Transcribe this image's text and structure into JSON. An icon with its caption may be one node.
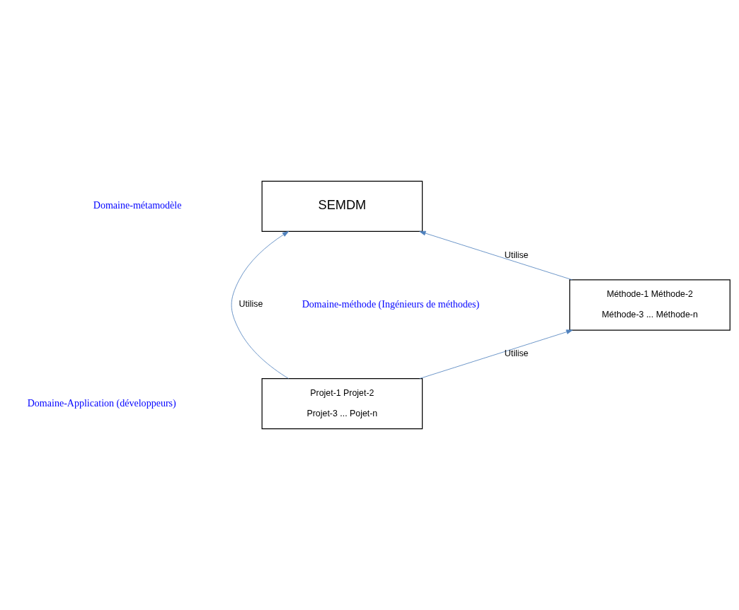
{
  "diagram": {
    "nodes": [
      {
        "text": [
          "SEMDM"
        ]
      },
      {
        "text": [
          "Méthode-1 Méthode-2",
          "Méthode-3 ... Méthode-n"
        ]
      },
      {
        "text": [
          "Projet-1 Projet-2",
          "Projet-3 ... Pojet-n"
        ]
      }
    ],
    "edges": [
      {
        "from": 1,
        "to": 0,
        "arrow": "to",
        "label": "Utilise"
      },
      {
        "from": 2,
        "to": 1,
        "arrow": "to",
        "label": "Utilise"
      },
      {
        "from": 2,
        "to": 0,
        "arrow": "to",
        "label": "Utilise"
      }
    ],
    "labels": [
      "Domaine-métamodèle",
      "Domaine-méthode (Ingénieurs de méthodes)",
      "Domaine-Application (développeurs)"
    ]
  }
}
